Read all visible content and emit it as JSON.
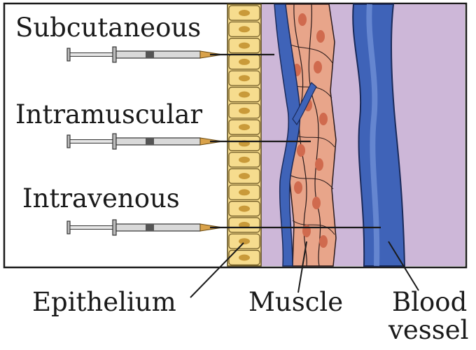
{
  "routes": [
    {
      "label": "Subcutaneous"
    },
    {
      "label": "Intramuscular"
    },
    {
      "label": "Intravenous"
    }
  ],
  "tissues": {
    "epithelium": "Epithelium",
    "muscle": "Muscle",
    "blood_vessel_line1": "Blood",
    "blood_vessel_line2": "vessel"
  },
  "colors": {
    "epithelium_fill": "#f6dc8e",
    "epithelium_nucleus": "#c99a3a",
    "muscle_fill": "#e8a58a",
    "muscle_nucleus": "#d06a4e",
    "interstitium": "#cdb7d8",
    "vessel": "#3f63b8",
    "vessel_highlight": "#6f8fd6",
    "syringe_barrel": "#d9d9d9",
    "needle_tip": "#d9a24a"
  }
}
